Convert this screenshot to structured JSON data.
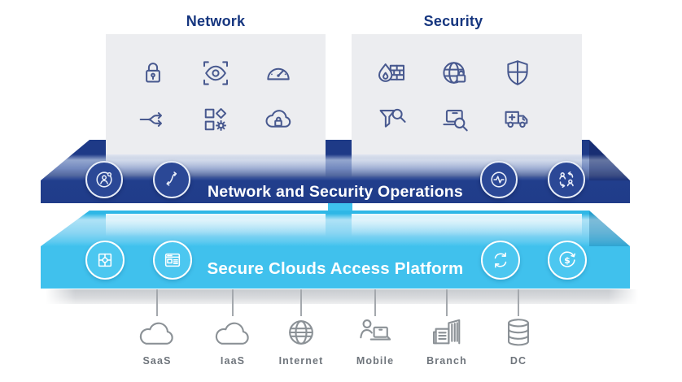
{
  "figure": {
    "columns": [
      {
        "title": "Network",
        "icons": [
          "padlock",
          "eye-scan",
          "speedometer",
          "traffic-split",
          "apps-gear",
          "cloud-lock"
        ]
      },
      {
        "title": "Security",
        "icons": [
          "firewall",
          "globe-lock",
          "shield",
          "filter-search",
          "laptop-search",
          "delivery-truck"
        ]
      }
    ],
    "layers": {
      "operations": {
        "label": "Network and Security Operations",
        "front_color": "#213e8c",
        "badge_color": "#2b4896",
        "badges_left": [
          "user-admin",
          "swap-arrows"
        ],
        "badges_right": [
          "pulse-monitor",
          "user-exchange"
        ]
      },
      "platform": {
        "label": "Secure Clouds Access Platform",
        "front_color": "#40c1ed",
        "badge_color": "#4cc7f0",
        "badges_left": [
          "puzzle",
          "web-report"
        ],
        "badges_right": [
          "refresh",
          "dollar-cycle"
        ]
      }
    },
    "endpoints": [
      {
        "label": "SaaS",
        "icon": "cloud"
      },
      {
        "label": "IaaS",
        "icon": "cloud"
      },
      {
        "label": "Internet",
        "icon": "globe"
      },
      {
        "label": "Mobile",
        "icon": "person-laptop"
      },
      {
        "label": "Branch",
        "icon": "buildings"
      },
      {
        "label": "DC",
        "icon": "database"
      }
    ],
    "colors": {
      "title": "#16367f",
      "panel_bg": "#ecedf0",
      "panel_icon": "#48598f",
      "endpoint_icon": "#8b9196",
      "endpoint_label": "#6f757c"
    }
  }
}
